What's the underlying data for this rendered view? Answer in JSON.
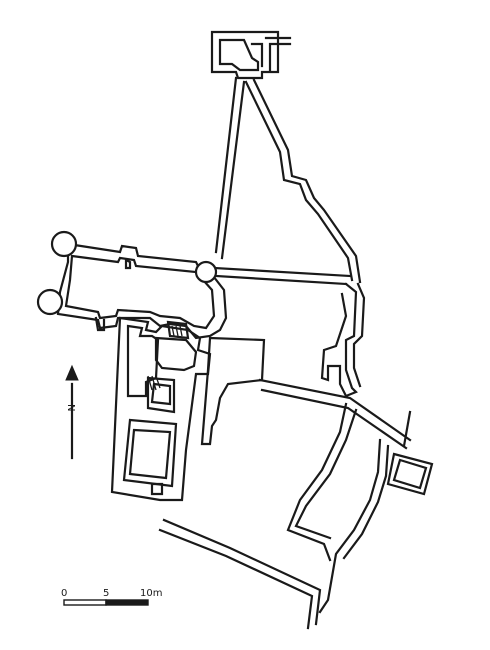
{
  "north_label": "N",
  "scale": {
    "labels": [
      "0",
      "5",
      "10m"
    ]
  }
}
